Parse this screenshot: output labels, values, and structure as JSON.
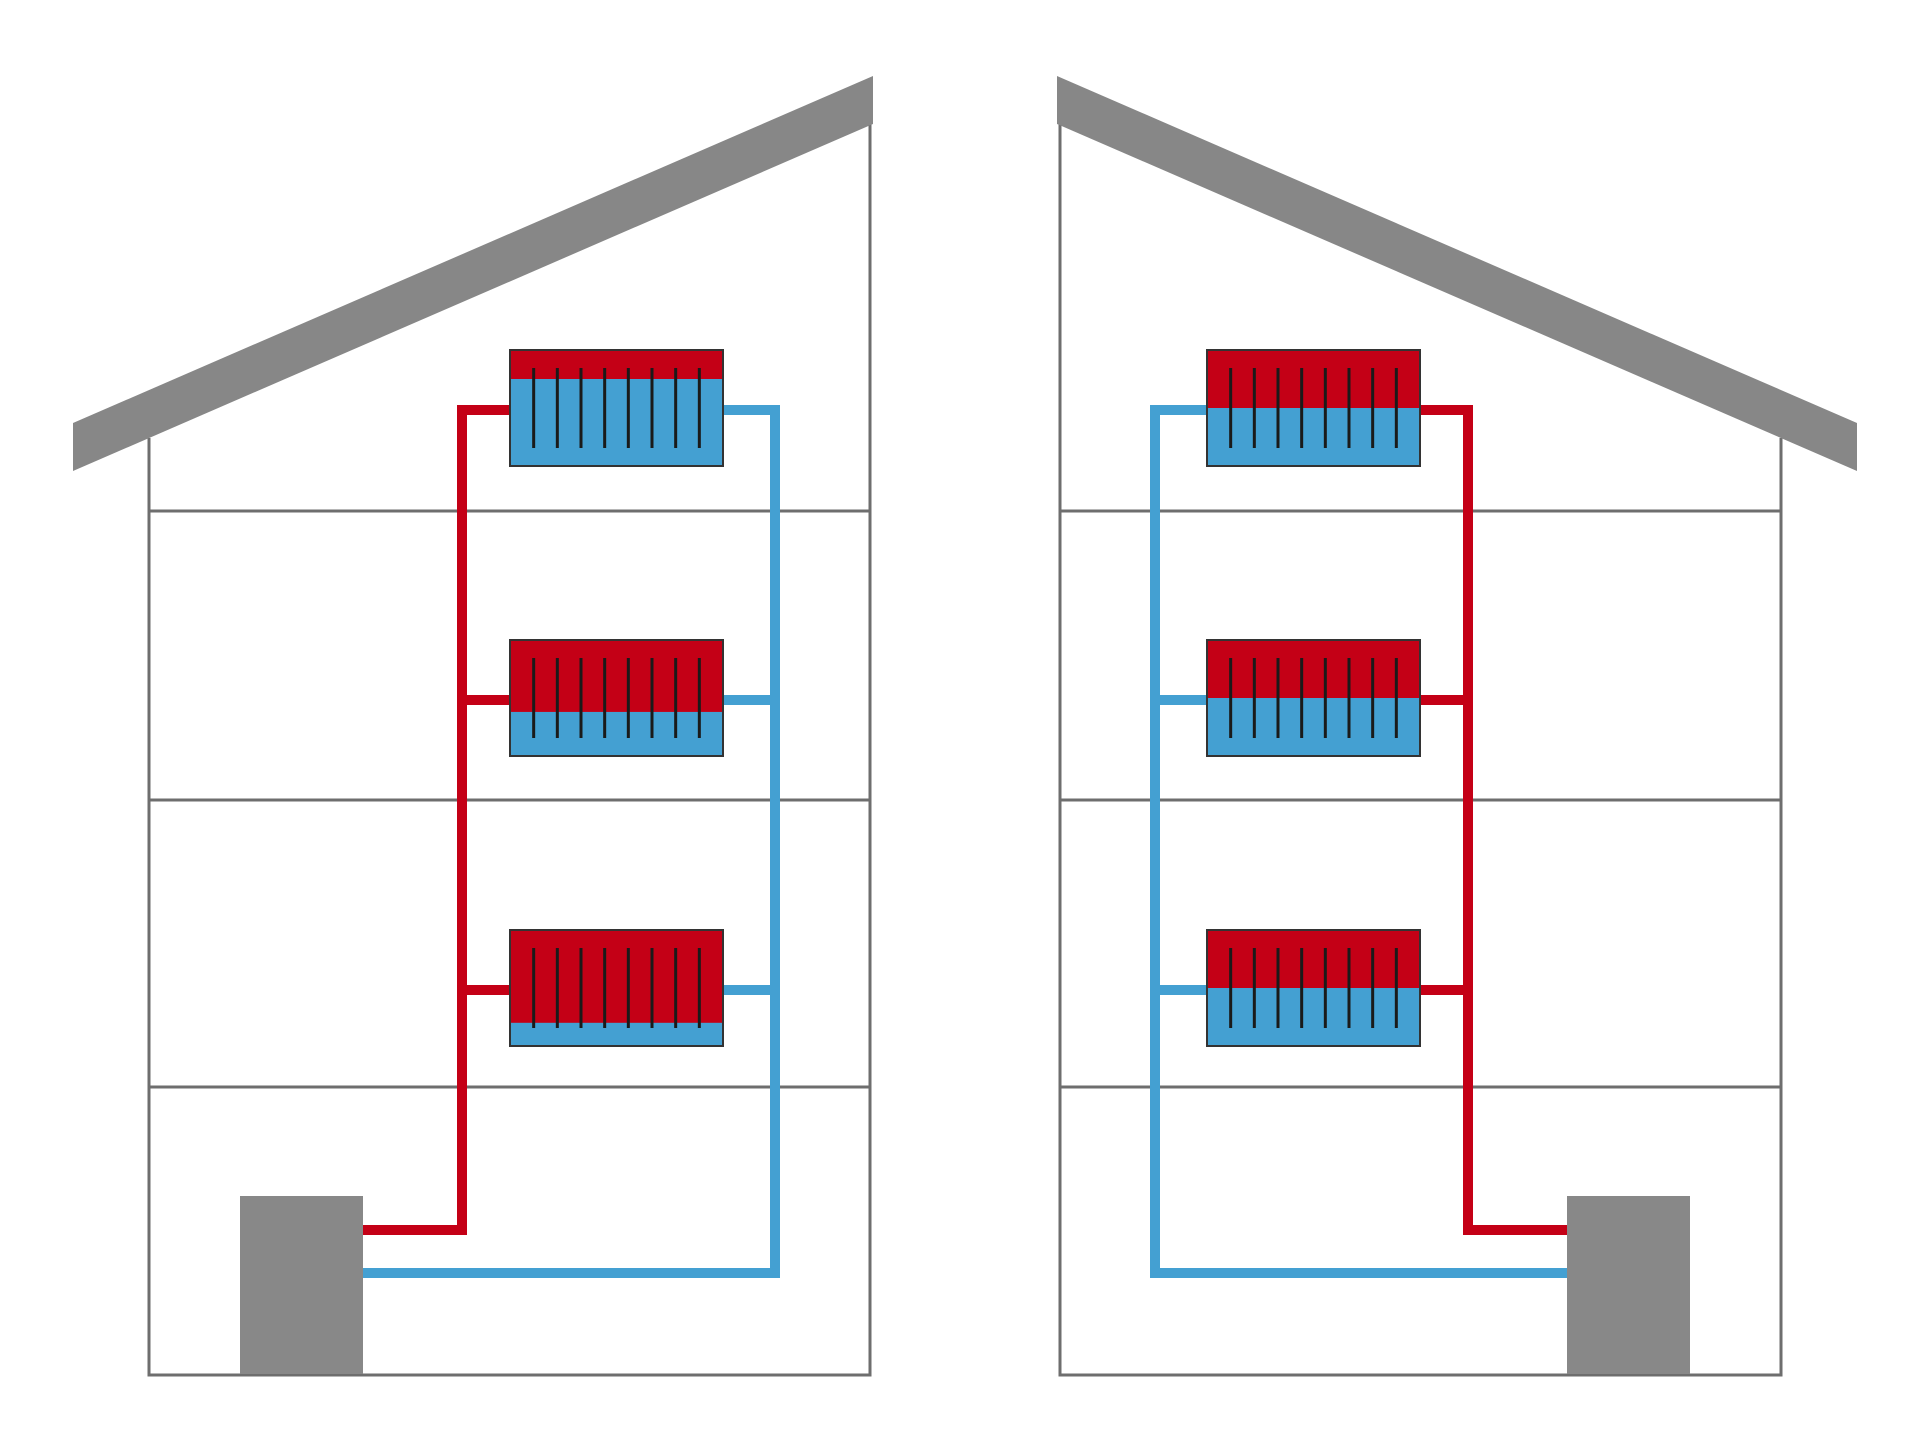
{
  "colors": {
    "background": "#ffffff",
    "roof": "#878787",
    "wall": "#6e6e6e",
    "boiler": "#888888",
    "supply_hot": "#c40016",
    "return_cold": "#44a0d2",
    "fin": "#1a1a1a",
    "radiator_outline": "#333333"
  },
  "houses": [
    {
      "name": "house-left",
      "boiler_side": "left",
      "radiators": [
        {
          "floor": "top",
          "hot_fill_fraction": 0.25
        },
        {
          "floor": "middle",
          "hot_fill_fraction": 0.62
        },
        {
          "floor": "bottom",
          "hot_fill_fraction": 0.8
        }
      ]
    },
    {
      "name": "house-right",
      "boiler_side": "right",
      "radiators": [
        {
          "floor": "top",
          "hot_fill_fraction": 0.5
        },
        {
          "floor": "middle",
          "hot_fill_fraction": 0.5
        },
        {
          "floor": "bottom",
          "hot_fill_fraction": 0.5
        }
      ]
    }
  ]
}
